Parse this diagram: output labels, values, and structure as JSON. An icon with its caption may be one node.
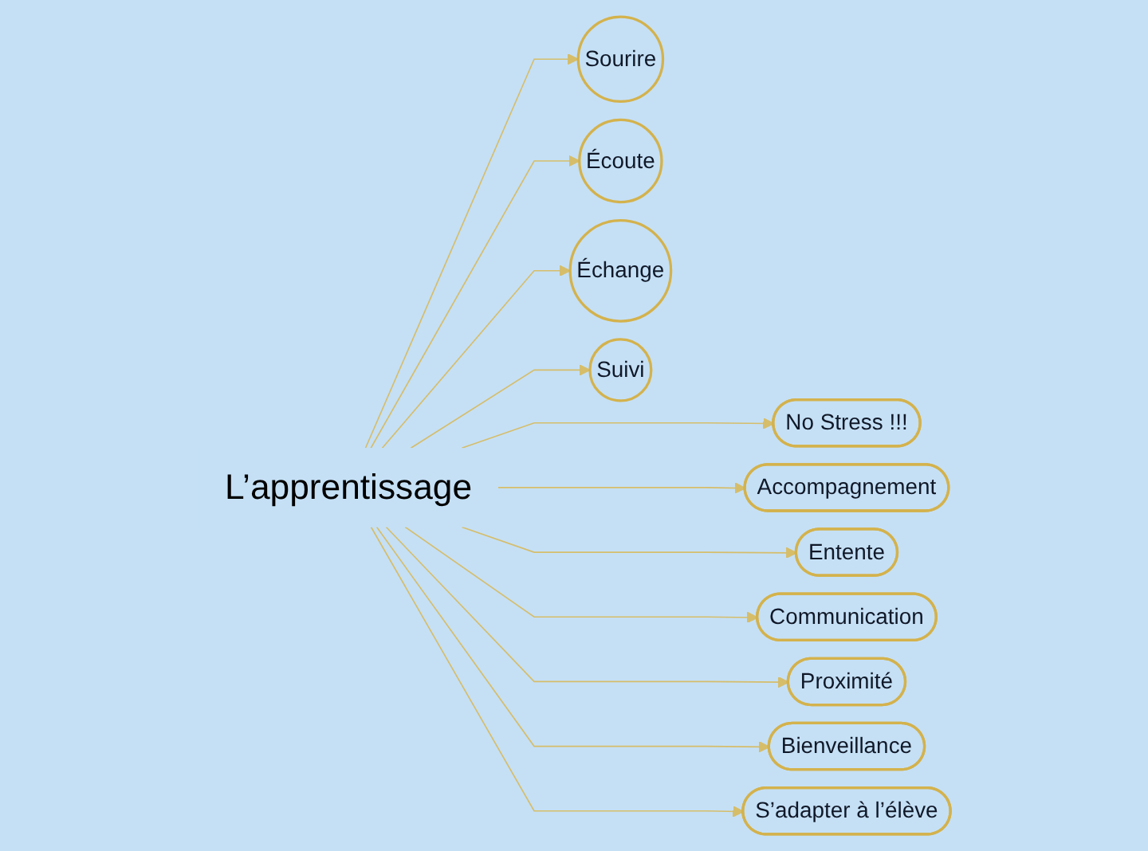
{
  "diagram": {
    "nodes": [
      {
        "text": [
          "No Stress !!!"
        ]
      },
      {
        "text": [
          "Sourire"
        ]
      },
      {
        "text": [
          "Accompagnement"
        ]
      },
      {
        "text": [
          "Entente"
        ]
      },
      {
        "text": [
          "L’apprentissage"
        ]
      },
      {
        "text": [
          "Communication"
        ]
      },
      {
        "text": [
          "Écoute"
        ]
      },
      {
        "text": [
          "Proximité"
        ]
      },
      {
        "text": [
          "Échange"
        ]
      },
      {
        "text": [
          "Suivi"
        ]
      },
      {
        "text": [
          "Bienveillance"
        ]
      },
      {
        "text": [
          "S’adapter à l’élève"
        ]
      }
    ],
    "edges": [
      {
        "from": 4,
        "to": 0,
        "arrow": "to"
      },
      {
        "from": 4,
        "to": 1,
        "arrow": "to"
      },
      {
        "from": 4,
        "to": 2,
        "arrow": "to"
      },
      {
        "from": 4,
        "to": 3,
        "arrow": "to"
      },
      {
        "from": 4,
        "to": 5,
        "arrow": "to"
      },
      {
        "from": 4,
        "to": 6,
        "arrow": "to"
      },
      {
        "from": 4,
        "to": 7,
        "arrow": "to"
      },
      {
        "from": 4,
        "to": 8,
        "arrow": "to"
      },
      {
        "from": 4,
        "to": 9,
        "arrow": "to"
      },
      {
        "from": 4,
        "to": 10,
        "arrow": "to"
      },
      {
        "from": 4,
        "to": 11,
        "arrow": "to"
      }
    ]
  }
}
